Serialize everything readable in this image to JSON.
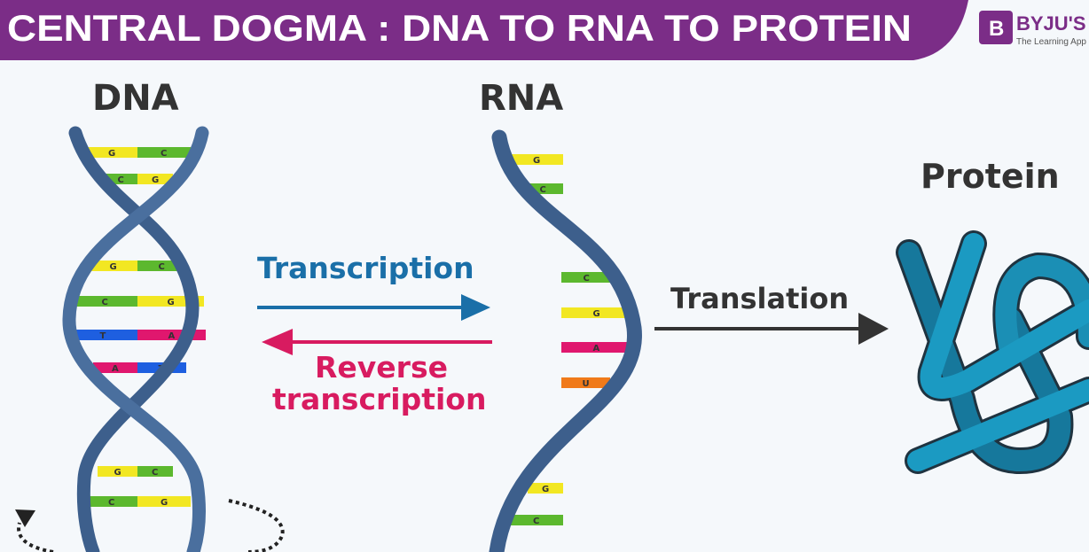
{
  "header": {
    "title": "CENTRAL DOGMA : DNA TO RNA TO PROTEIN",
    "color": "#7b2d87"
  },
  "logo": {
    "brand": "BYJU'S",
    "tagline": "The Learning App"
  },
  "dna": {
    "label": "DNA",
    "pairs": [
      [
        "G",
        "C"
      ],
      [
        "C",
        "G"
      ],
      [
        "G",
        "C"
      ],
      [
        "C",
        "G"
      ],
      [
        "T",
        "A"
      ],
      [
        "A",
        "T"
      ],
      [
        "G",
        "C"
      ],
      [
        "C",
        "G"
      ]
    ]
  },
  "rna": {
    "label": "RNA",
    "bases": [
      "G",
      "C",
      "C",
      "G",
      "A",
      "U",
      "G",
      "C"
    ]
  },
  "protein": {
    "label": "Protein"
  },
  "arrows": {
    "transcription": "Transcription",
    "reverse_line1": "Reverse",
    "reverse_line2": "transcription",
    "translation": "Translation"
  },
  "colors": {
    "G": "#f2e722",
    "C": "#5cb82e",
    "A": "#e0176e",
    "T": "#1e5fe0",
    "U": "#f07a1a",
    "strand": "#3d5f8c",
    "transcription": "#1a6fa8",
    "reverse": "#d81b60",
    "protein": "#1b8fb5"
  }
}
